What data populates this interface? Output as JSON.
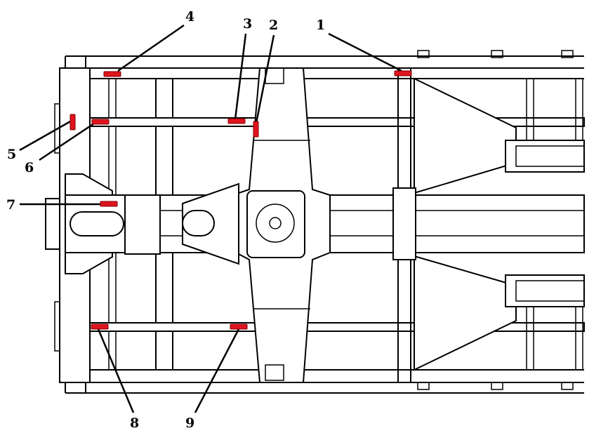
{
  "diagram": {
    "labels": [
      "1",
      "2",
      "3",
      "4",
      "5",
      "6",
      "7",
      "8",
      "9"
    ],
    "sensor_color": "#e0141e"
  }
}
